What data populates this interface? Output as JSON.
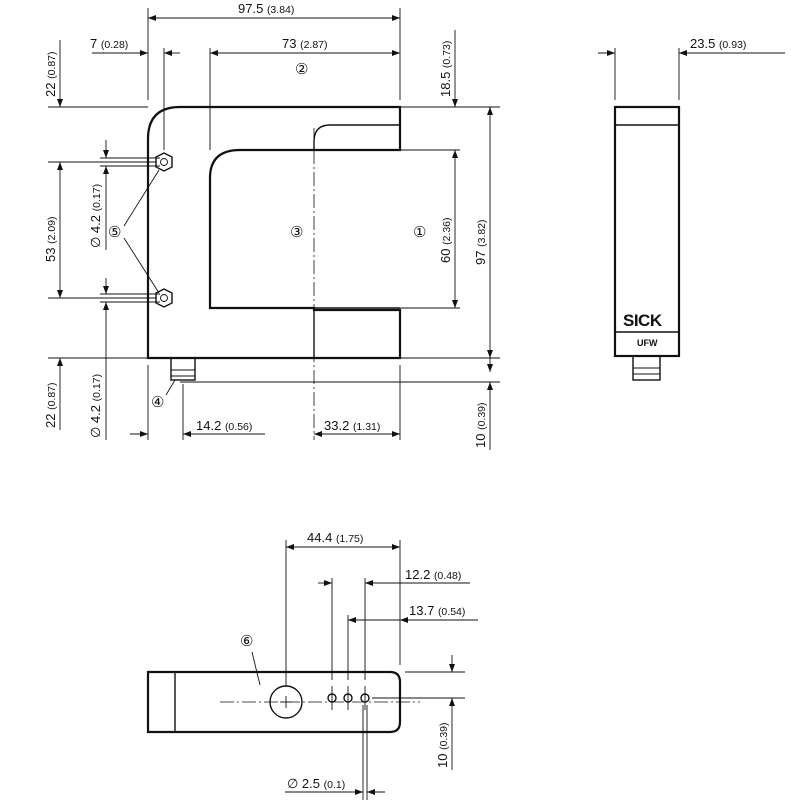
{
  "colors": {
    "ink": "#111111",
    "background": "#ffffff"
  },
  "dims": {
    "w_97_5": {
      "value": "97.5",
      "sub": "(3.84)"
    },
    "w_73": {
      "value": "73",
      "sub": "(2.87)"
    },
    "w_7": {
      "value": "7",
      "sub": "(0.28)"
    },
    "h_22_top": {
      "value": "22",
      "sub": "(0.87)"
    },
    "h_53": {
      "value": "53",
      "sub": "(2.09)"
    },
    "h_22_bot": {
      "value": "22",
      "sub": "(0.87)"
    },
    "d_4_2_a": {
      "value": "∅ 4.2",
      "sub": "(0.17)"
    },
    "d_4_2_b": {
      "value": "∅ 4.2",
      "sub": "(0.17)"
    },
    "h_18_5": {
      "value": "18.5",
      "sub": "(0.73)"
    },
    "h_60": {
      "value": "60",
      "sub": "(2.36)"
    },
    "h_97": {
      "value": "97",
      "sub": "(3.82)"
    },
    "h_10_a": {
      "value": "10",
      "sub": "(0.39)"
    },
    "w_14_2": {
      "value": "14.2",
      "sub": "(0.56)"
    },
    "w_33_2": {
      "value": "33.2",
      "sub": "(1.31)"
    },
    "w_23_5": {
      "value": "23.5",
      "sub": "(0.93)"
    },
    "w_44_4": {
      "value": "44.4",
      "sub": "(1.75)"
    },
    "w_12_2": {
      "value": "12.2",
      "sub": "(0.48)"
    },
    "w_13_7": {
      "value": "13.7",
      "sub": "(0.54)"
    },
    "h_10_b": {
      "value": "10",
      "sub": "(0.39)"
    },
    "d_2_5": {
      "value": "∅ 2.5",
      "sub": "(0.1)"
    }
  },
  "callouts": {
    "c1": "①",
    "c2": "②",
    "c3": "③",
    "c4": "④",
    "c5": "⑤",
    "c6": "⑥"
  },
  "side_view": {
    "brand": "SICK",
    "model": "UFW"
  },
  "icons": {
    "hex_nut": "hex-nut-icon",
    "connector": "connector-icon",
    "led": "led-indicator-icon",
    "teach_button": "teach-button-icon"
  }
}
